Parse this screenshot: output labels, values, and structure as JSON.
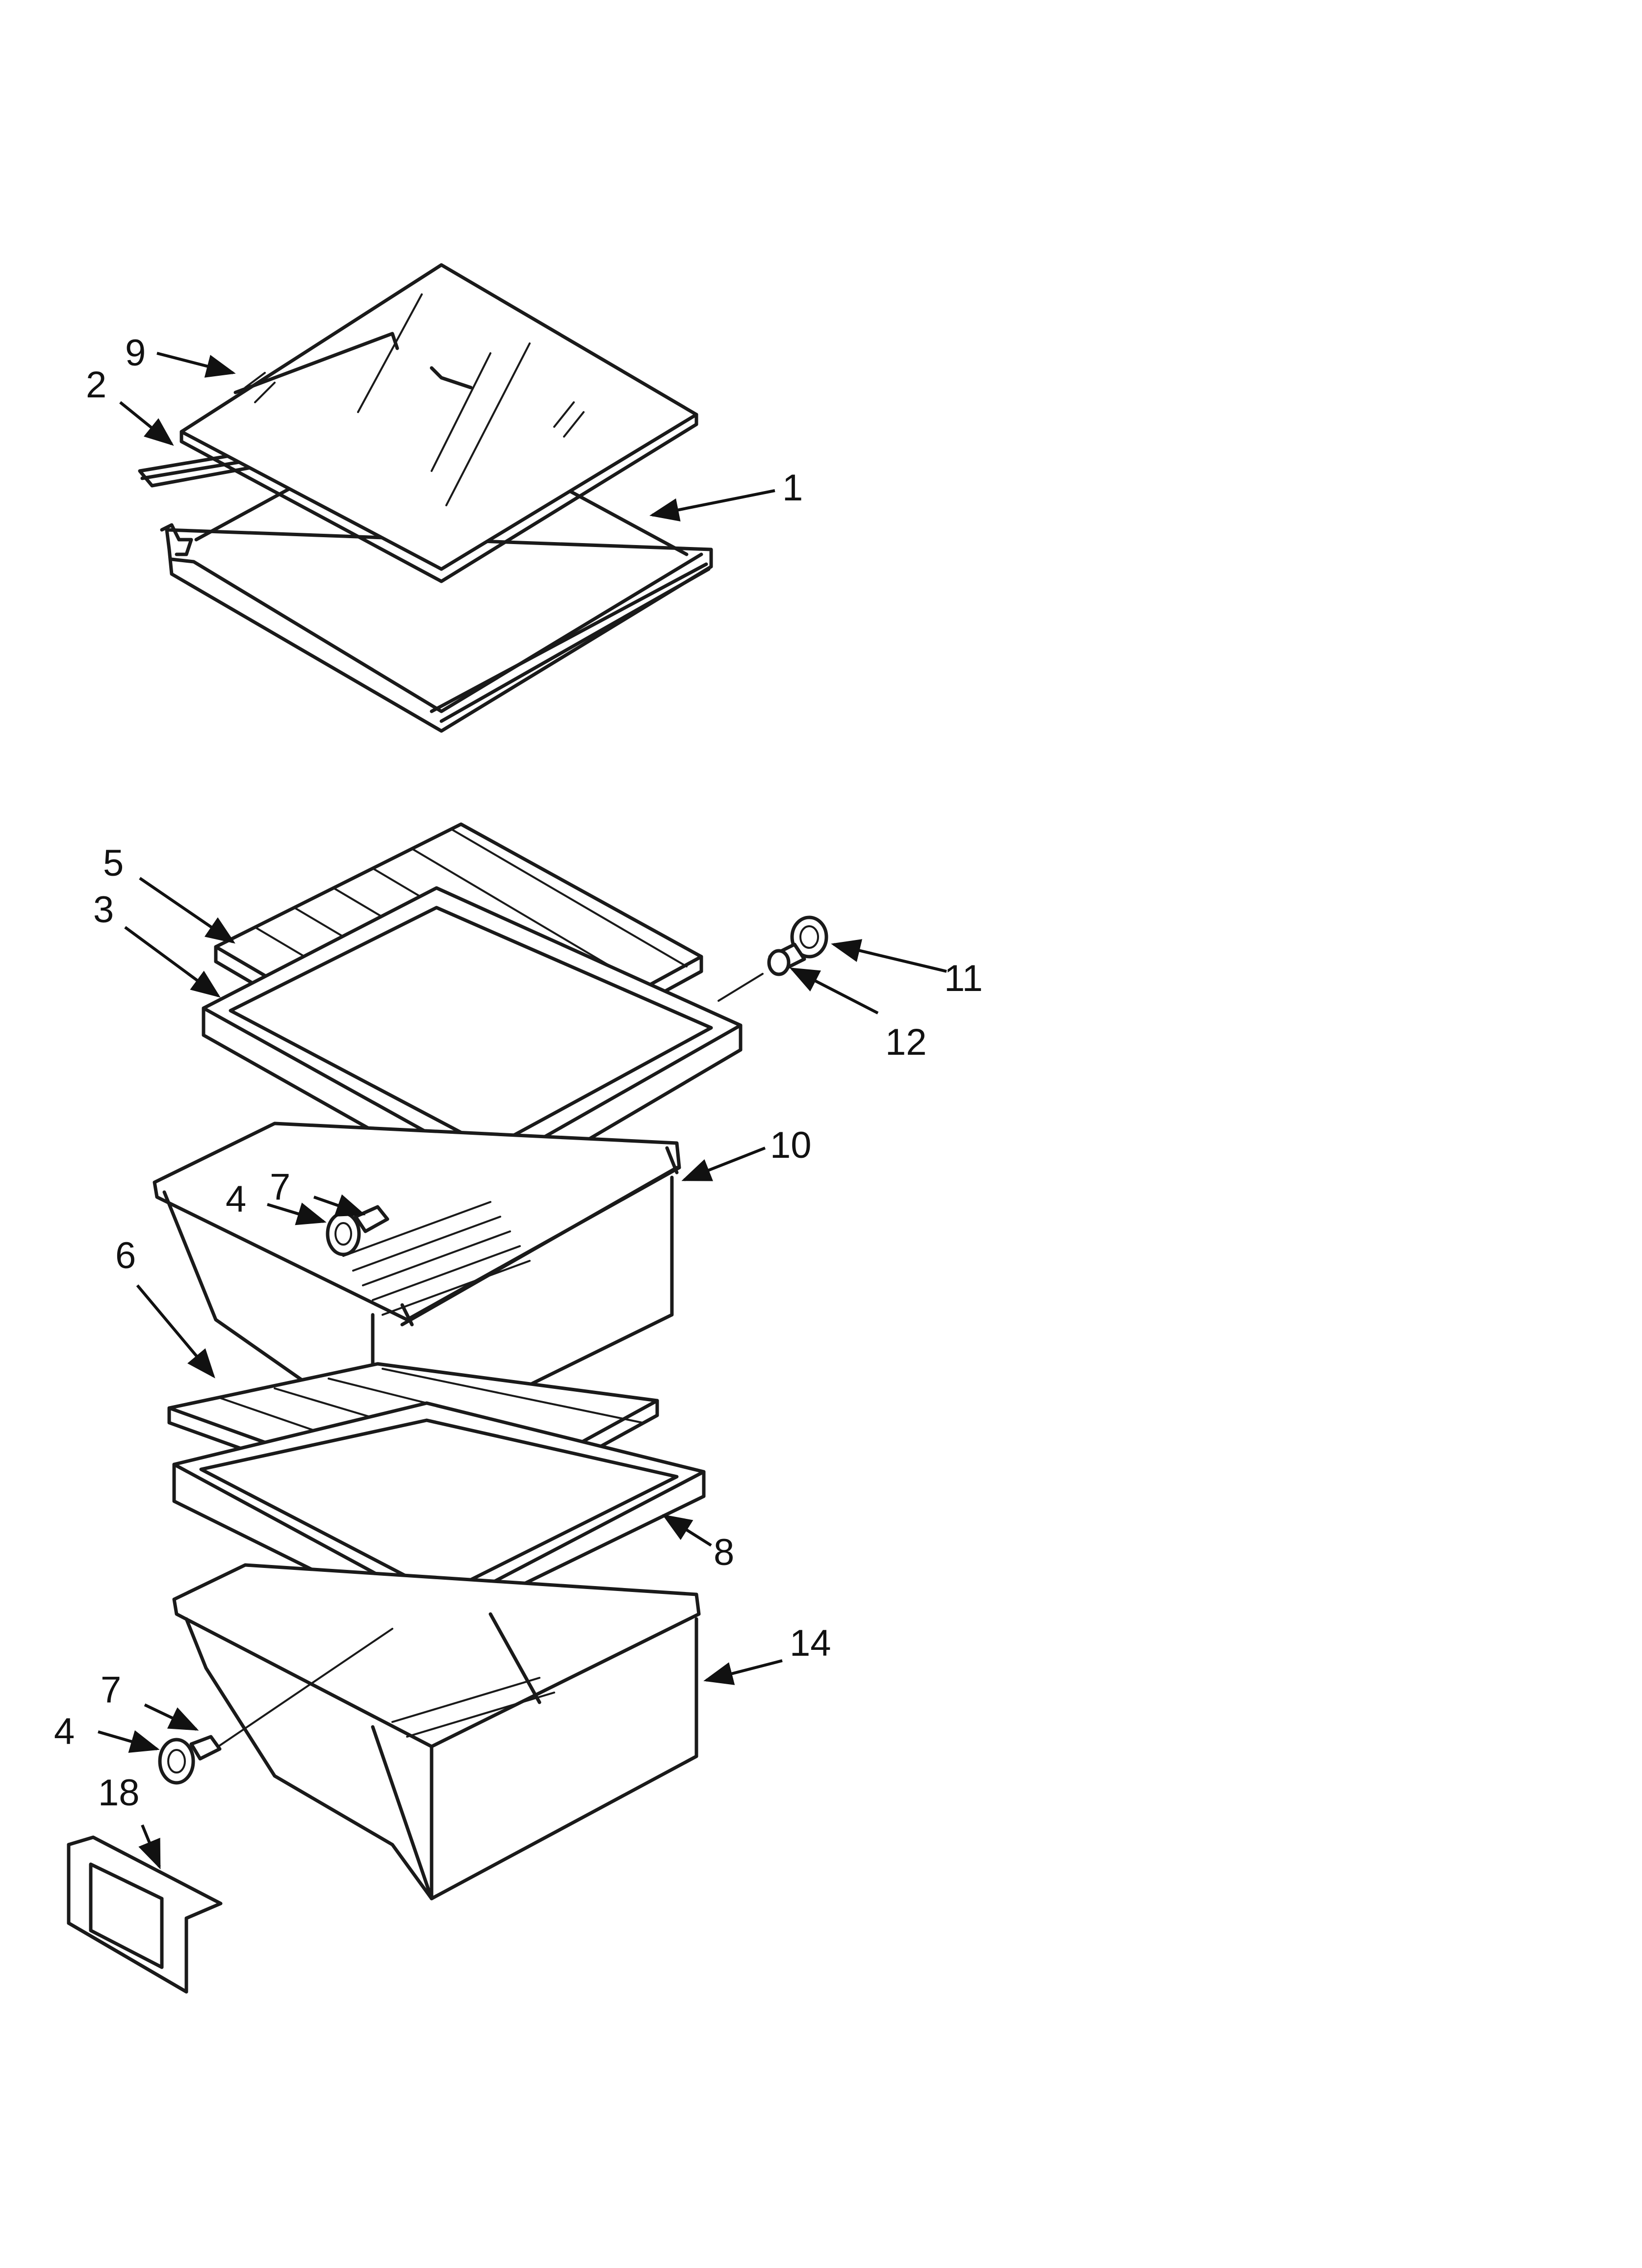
{
  "callouts": {
    "c1": "1",
    "c2": "2",
    "c3": "3",
    "c4a": "4",
    "c4b": "4",
    "c5": "5",
    "c6": "6",
    "c7a": "7",
    "c7b": "7",
    "c8": "8",
    "c9": "9",
    "c10": "10",
    "c11": "11",
    "c12": "12",
    "c14": "14",
    "c18": "18"
  },
  "colors": {
    "line": "#1a1a1a",
    "background": "#ffffff"
  }
}
